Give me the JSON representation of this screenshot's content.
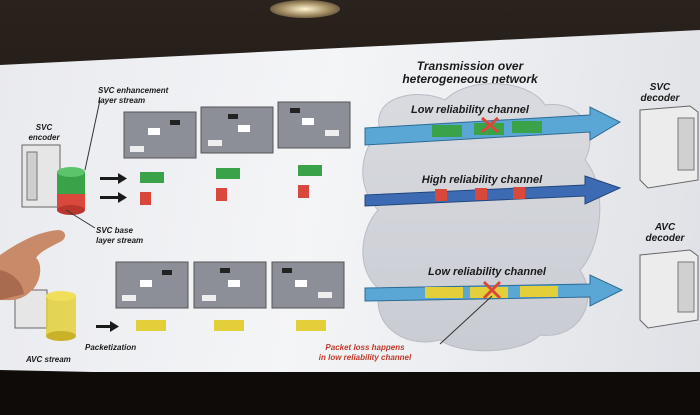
{
  "header": {
    "line1": "Transmission over",
    "line2": "heterogeneous network"
  },
  "svc": {
    "encoder_line1": "SVC",
    "encoder_line2": "encoder",
    "enh_line1": "SVC enhancement",
    "enh_line2": "layer stream",
    "base_line1": "SVC base",
    "base_line2": "layer stream"
  },
  "channels": {
    "top": "Low reliability channel",
    "middle": "High reliability channel",
    "bottom": "Low reliability channel"
  },
  "decoders": {
    "svc_line1": "SVC",
    "svc_line2": "decoder",
    "avc_line1": "AVC",
    "avc_line2": "decoder"
  },
  "avc": {
    "stream": "AVC stream",
    "packetization": "Packetization"
  },
  "note": {
    "line1": "Packet loss happens",
    "line2": "in low reliability channel"
  },
  "colors": {
    "enhancement": "#3aa34a",
    "base": "#d9483b",
    "avc": "#e3cf3a",
    "arrow": "#5aa7d6"
  }
}
